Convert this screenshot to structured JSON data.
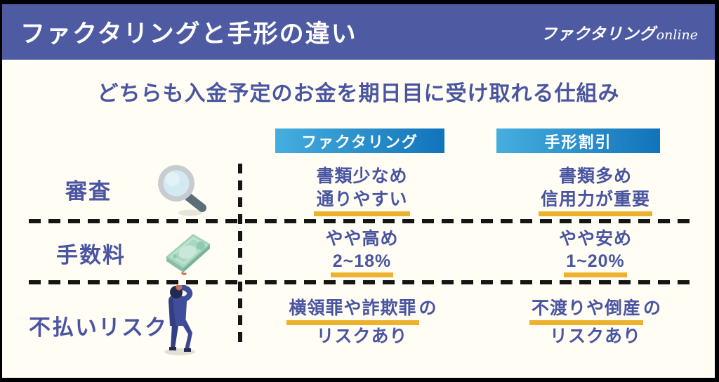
{
  "header": {
    "title": "ファクタリングと手形の違い",
    "logo": {
      "main": "ファクタリング",
      "script": "online"
    }
  },
  "subtitle": "どちらも入金予定のお金を期日目に受け取れる仕組み",
  "columns": {
    "factoring": "ファクタリング",
    "bill": "手形割引"
  },
  "rows": {
    "shinsa": {
      "label": "審査",
      "icon": "magnifier-icon",
      "factoring": {
        "line1": "書類少なめ",
        "line2": "通りやすい"
      },
      "bill": {
        "line1": "書類多め",
        "line2": "信用力が重要"
      }
    },
    "tesuryo": {
      "label": "手数料",
      "icon": "banknote-icon",
      "factoring": {
        "line1": "やや高め",
        "line2": "2~18%"
      },
      "bill": {
        "line1": "やや安め",
        "line2": "1~20%"
      }
    },
    "fubarai": {
      "label": "不払いリスク",
      "icon": "person-icon",
      "factoring": {
        "line1_hl": "横領罪や詐欺罪",
        "line1_tail": "の",
        "line2": "リスクあり"
      },
      "bill": {
        "line1_hl": "不渡りや倒産",
        "line1_tail": "の",
        "line2": "リスクあり"
      }
    }
  },
  "colors": {
    "header_bg": "#4e5ba3",
    "body_bg": "#fffdf4",
    "text_blue": "#4a55a1",
    "underline_yellow": "#edb22d",
    "badge_gradient_start": "#46aedf",
    "badge_gradient_end": "#1173ba",
    "dash_line": "#151515",
    "border_black": "#000000"
  }
}
